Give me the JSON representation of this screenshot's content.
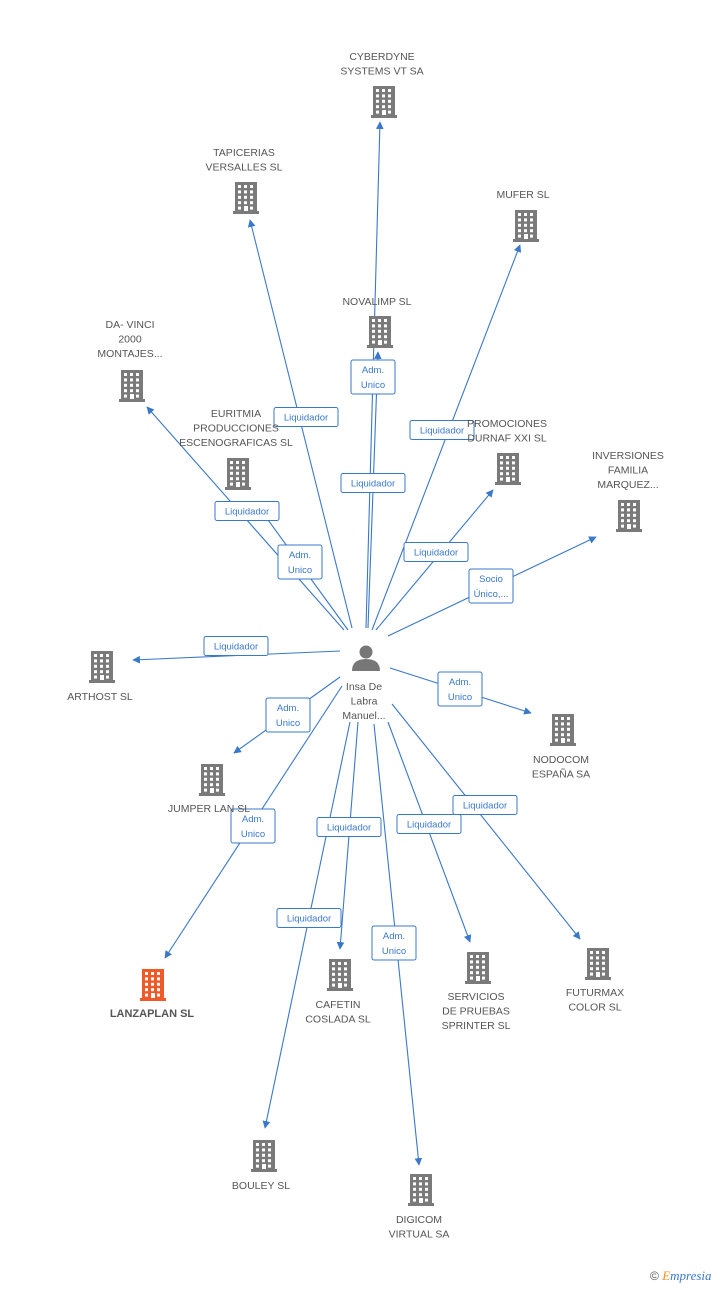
{
  "colors": {
    "edge": "#3a78c9",
    "building": "#7a7a7a",
    "building_highlight": "#f05a28",
    "person": "#777777",
    "label_text": "#555555",
    "edge_label_border": "#3a78c9"
  },
  "center": {
    "icon": "person-icon",
    "lines": [
      "Insa De",
      "Labra",
      "Manuel..."
    ]
  },
  "nodes": [
    {
      "id": "cyberdyne",
      "icon": "building-icon",
      "lines": [
        "CYBERDYNE",
        "SYSTEMS VT SA"
      ]
    },
    {
      "id": "tapicerias",
      "icon": "building-icon",
      "lines": [
        "TAPICERIAS",
        "VERSALLES SL"
      ]
    },
    {
      "id": "mufer",
      "icon": "building-icon",
      "lines": [
        "MUFER SL"
      ]
    },
    {
      "id": "novalimp",
      "icon": "building-icon",
      "lines": [
        "NOVALIMP SL"
      ]
    },
    {
      "id": "davinci",
      "icon": "building-icon",
      "lines": [
        "DA- VINCI",
        "2000",
        "MONTAJES..."
      ]
    },
    {
      "id": "euritmia",
      "icon": "building-icon",
      "lines": [
        "EURITMIA",
        "PRODUCCIONES",
        "ESCENOGRAFICAS SL"
      ]
    },
    {
      "id": "promociones",
      "icon": "building-icon",
      "lines": [
        "PROMOCIONES",
        "DURNAF XXI SL"
      ]
    },
    {
      "id": "inversiones",
      "icon": "building-icon",
      "lines": [
        "INVERSIONES",
        "FAMILIA",
        "MARQUEZ..."
      ]
    },
    {
      "id": "arthost",
      "icon": "building-icon",
      "lines": [
        "ARTHOST SL"
      ]
    },
    {
      "id": "nodocom",
      "icon": "building-icon",
      "lines": [
        "NODOCOM",
        "ESPAÑA SA"
      ]
    },
    {
      "id": "jumper",
      "icon": "building-icon",
      "lines": [
        "JUMPER LAN SL"
      ]
    },
    {
      "id": "lanzaplan",
      "icon": "building-icon",
      "highlight": true,
      "lines": [
        "LANZAPLAN SL"
      ]
    },
    {
      "id": "cafetin",
      "icon": "building-icon",
      "lines": [
        "CAFETIN",
        "COSLADA SL"
      ]
    },
    {
      "id": "servicios",
      "icon": "building-icon",
      "lines": [
        "SERVICIOS",
        "DE PRUEBAS",
        "SPRINTER  SL"
      ]
    },
    {
      "id": "futurmax",
      "icon": "building-icon",
      "lines": [
        "FUTURMAX",
        "COLOR SL"
      ]
    },
    {
      "id": "bouley",
      "icon": "building-icon",
      "lines": [
        "BOULEY SL"
      ]
    },
    {
      "id": "digicom",
      "icon": "building-icon",
      "lines": [
        "DIGICOM",
        "VIRTUAL SA"
      ]
    }
  ],
  "edges": [
    {
      "to": "cyberdyne",
      "lines": [
        "Liquidador"
      ]
    },
    {
      "to": "tapicerias",
      "lines": [
        "Liquidador"
      ]
    },
    {
      "to": "mufer",
      "lines": [
        "Liquidador"
      ]
    },
    {
      "to": "novalimp",
      "lines": [
        "Adm.",
        "Unico"
      ]
    },
    {
      "to": "davinci",
      "lines": [
        "Liquidador"
      ]
    },
    {
      "to": "euritmia",
      "lines": [
        "Adm.",
        "Unico"
      ]
    },
    {
      "to": "promociones",
      "lines": [
        "Liquidador"
      ]
    },
    {
      "to": "inversiones",
      "lines": [
        "Socio",
        "Único,..."
      ]
    },
    {
      "to": "arthost",
      "lines": [
        "Liquidador"
      ]
    },
    {
      "to": "nodocom",
      "lines": [
        "Adm.",
        "Unico"
      ]
    },
    {
      "to": "jumper",
      "lines": [
        "Adm.",
        "Unico"
      ]
    },
    {
      "to": "lanzaplan",
      "lines": [
        "Adm.",
        "Unico"
      ]
    },
    {
      "to": "cafetin",
      "lines": [
        "Liquidador"
      ]
    },
    {
      "to": "servicios",
      "lines": [
        "Liquidador"
      ]
    },
    {
      "to": "futurmax",
      "lines": [
        "Liquidador"
      ]
    },
    {
      "to": "bouley",
      "lines": [
        "Liquidador"
      ]
    },
    {
      "to": "digicom",
      "lines": [
        "Adm.",
        "Unico"
      ]
    }
  ],
  "footer": {
    "copyright": "©",
    "brand_first": "E",
    "brand_rest": "mpresia"
  }
}
